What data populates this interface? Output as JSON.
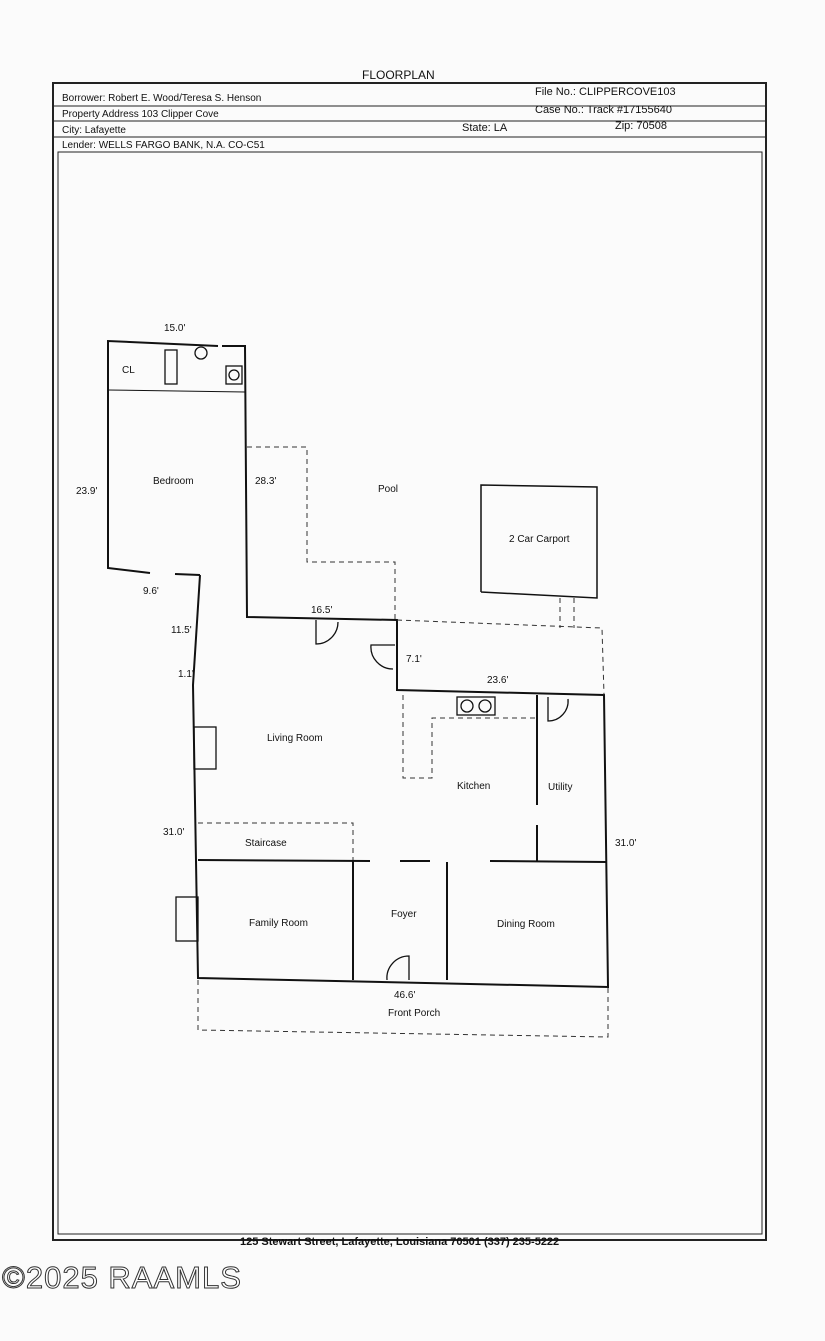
{
  "title": "FLOORPLAN",
  "header": {
    "borrower": "Borrower: Robert E. Wood/Teresa S. Henson",
    "file_no": "File No.:  CLIPPERCOVE103",
    "address": "Property Address 103 Clipper Cove",
    "case_no": "Case No.: Track #17155640",
    "city": "City: Lafayette",
    "state": "State: LA",
    "zip": "Zip: 70508",
    "lender": "Lender: WELLS FARGO BANK, N.A. CO-C51"
  },
  "rooms": {
    "cl": "CL",
    "bedroom": "Bedroom",
    "pool": "Pool",
    "carport": "2 Car Carport",
    "living": "Living Room",
    "kitchen": "Kitchen",
    "utility": "Utility",
    "staircase": "Staircase",
    "family": "Family Room",
    "foyer": "Foyer",
    "dining": "Dining Room",
    "porch": "Front Porch"
  },
  "dimensions": {
    "d1": "15.0'",
    "d2": "23.9'",
    "d3": "28.3'",
    "d4": "9.6'",
    "d5": "16.5'",
    "d6": "11.5'",
    "d7": "1.1'",
    "d8": "7.1'",
    "d9": "23.6'",
    "d10": "31.0'",
    "d11": "31.0'",
    "d12": "46.6'"
  },
  "footer": "125 Stewart Street, Lafayette, Louisiana 70501   (337) 235-5222",
  "watermark": "©2025 RAAMLS"
}
